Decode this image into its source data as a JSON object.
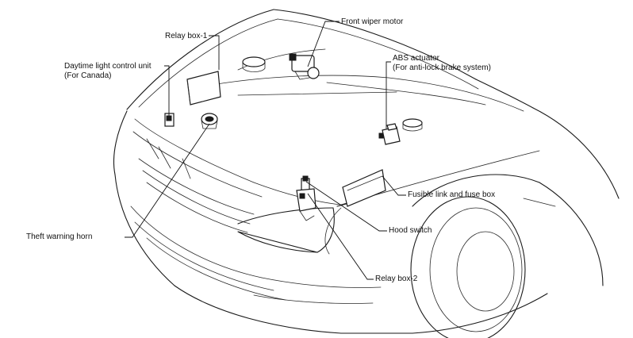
{
  "callouts": {
    "relay_box_1": "Relay box-1",
    "front_wiper_motor": "Front wiper motor",
    "daytime_light": {
      "line1": "Daytime light control unit",
      "line2": "(For Canada)"
    },
    "abs_actuator": {
      "line1": "ABS actuator",
      "line2": "(For anti-lock brake system)"
    },
    "fusible_link": "Fusible link and fuse box",
    "hood_switch": "Hood switch",
    "theft_warning_horn": "Theft warning horn",
    "relay_box_2": "Relay box-2"
  }
}
